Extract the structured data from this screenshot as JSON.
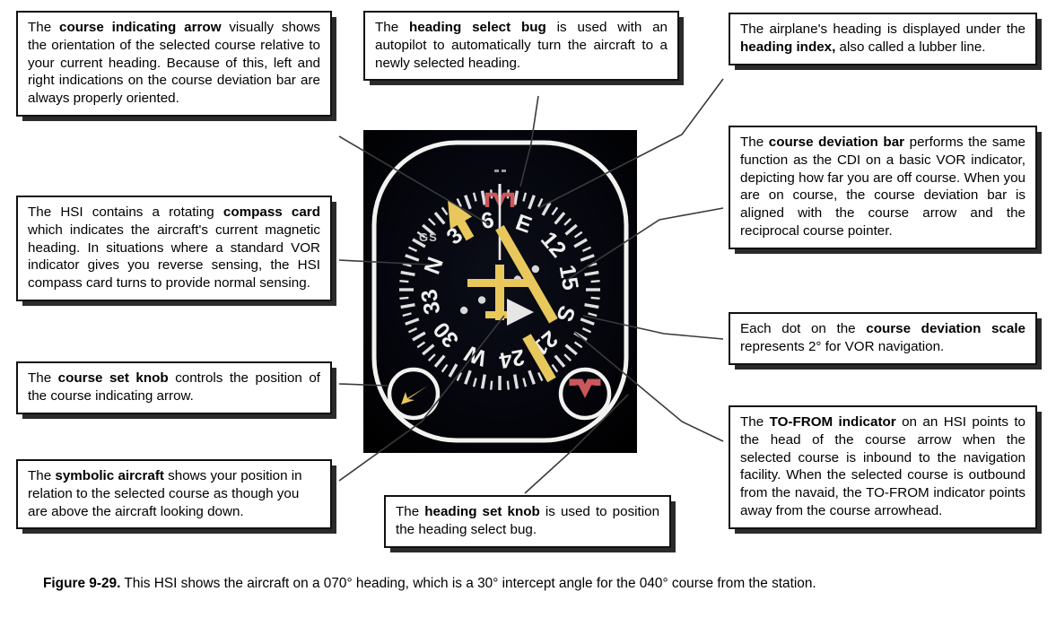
{
  "figure": {
    "label": "Figure 9-29.",
    "caption": "This HSI shows the aircraft on a 070° heading, which is a 30° intercept angle for the 040° course from the station."
  },
  "callouts": {
    "course_arrow": {
      "term": "course indicating arrow",
      "before": "The ",
      "after": " visually shows the orientation of the selected course relative to your current heading. Because of this, left and right indications on the course deviation bar are always properly oriented."
    },
    "heading_bug": {
      "term": "heading select bug",
      "before": "The ",
      "after": " is used with an autopilot to automatically turn the aircraft to a newly selected heading."
    },
    "heading_index": {
      "term": "heading index,",
      "before": "The airplane's heading is displayed under the ",
      "after": " also called a lubber line."
    },
    "cdi_bar": {
      "term": "course deviation bar",
      "before": "The ",
      "after": " performs the same function as the CDI on a basic VOR indicator, depicting how far you are off course. When you are on course, the course deviation bar is aligned with the course arrow and the reciprocal course pointer."
    },
    "compass_card": {
      "term": "compass card",
      "before": "The HSI contains a rotating ",
      "after": " which indicates the aircraft's current magnetic heading. In situations where a standard VOR indicator gives you reverse sensing, the HSI compass card turns to provide normal sensing."
    },
    "cd_scale": {
      "term": "course deviation scale",
      "before": "Each dot on the ",
      "after": " represents 2° for VOR navigation."
    },
    "course_knob": {
      "term": "course set knob",
      "before": "The ",
      "after": " controls the position of the course indicating arrow."
    },
    "to_from": {
      "term": "TO-FROM indicator",
      "before": "The ",
      "after": " on an HSI points to the head of the course arrow when the selected course is inbound to the navigation facility. When the selected course is outbound from the navaid, the TO-FROM indicator points away from the course arrowhead."
    },
    "symbolic_aircraft": {
      "term": "symbolic aircraft",
      "before": "The ",
      "after": " shows your position in relation to the selected course as though you are above the aircraft looking down."
    },
    "heading_knob": {
      "term": "heading set knob",
      "before": "The ",
      "after": " is used to position the heading select bug."
    }
  },
  "instrument": {
    "type": "HSI",
    "aircraft_heading_deg": 70,
    "selected_course_deg": 40,
    "intercept_angle_deg": 30,
    "to_from": "FROM",
    "glideslope_label": "GS",
    "compass_labels": [
      "N",
      "3",
      "6",
      "E",
      "12",
      "15",
      "S",
      "21",
      "24",
      "W",
      "30",
      "33"
    ],
    "compass_label_headings": [
      0,
      30,
      60,
      90,
      120,
      150,
      180,
      210,
      240,
      270,
      300,
      330
    ],
    "colors": {
      "dial_face": "#05060c",
      "bezel": "#f2f2f0",
      "course_yellow": "#e8c85c",
      "heading_bug_red": "#c9575c",
      "tick_white": "#e8e8e8",
      "background": "#ffffff",
      "text": "#000000"
    }
  }
}
